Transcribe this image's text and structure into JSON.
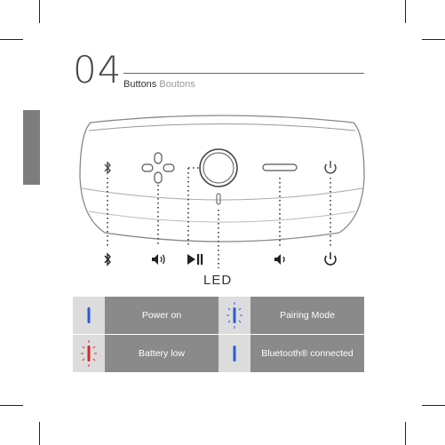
{
  "section": {
    "number": "04",
    "title": "Buttons",
    "title_alt": "Boutons"
  },
  "led_label": "LED",
  "legend": [
    {
      "status": "Power on",
      "led_color": "#2a5bd7",
      "blinking": false
    },
    {
      "status": "Pairing Mode",
      "led_color": "#2a5bd7",
      "blinking": true
    },
    {
      "status": "Battery low",
      "led_color": "#d8262c",
      "blinking": true
    },
    {
      "status": "Bluetooth® connected",
      "led_color": "#2a5bd7",
      "blinking": false
    }
  ],
  "buttons": [
    "bluetooth-icon",
    "volume-up-icon",
    "play-pause-icon",
    "volume-down-icon",
    "power-icon"
  ],
  "colors": {
    "tab": "#7d7d7d",
    "legend_dark": "#8a8a8a",
    "legend_light": "#dcdcdc",
    "led_blue": "#2a5bd7",
    "led_red": "#d8262c"
  }
}
